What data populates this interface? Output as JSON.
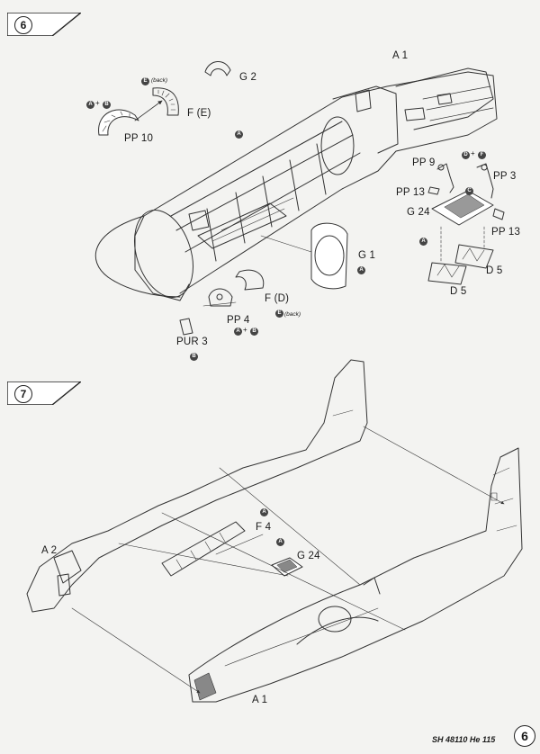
{
  "steps": {
    "step6": "6",
    "step7": "7"
  },
  "step6_labels": {
    "a1": "A 1",
    "g2": "G 2",
    "back_top": "(back)",
    "f_e": "F (E)",
    "pp10": "PP 10",
    "pp9": "PP 9",
    "pp13_left": "PP 13",
    "pp3": "PP 3",
    "g24": "G 24",
    "pp13_right": "PP 13",
    "g1": "G 1",
    "d5_right": "D 5",
    "d5_bottom": "D 5",
    "f_d": "F (D)",
    "pp4": "PP 4",
    "back_bottom": "(back)",
    "pur3": "PUR 3"
  },
  "step7_labels": {
    "f4": "F 4",
    "g24": "G 24",
    "a2": "A 2",
    "a1": "A 1"
  },
  "glue_badges": {
    "a": "A",
    "b": "B",
    "c": "C",
    "d": "D",
    "e": "E",
    "f": "F",
    "plus": "+"
  },
  "footer": {
    "code": "SH 48110 He 115",
    "page": "6"
  }
}
